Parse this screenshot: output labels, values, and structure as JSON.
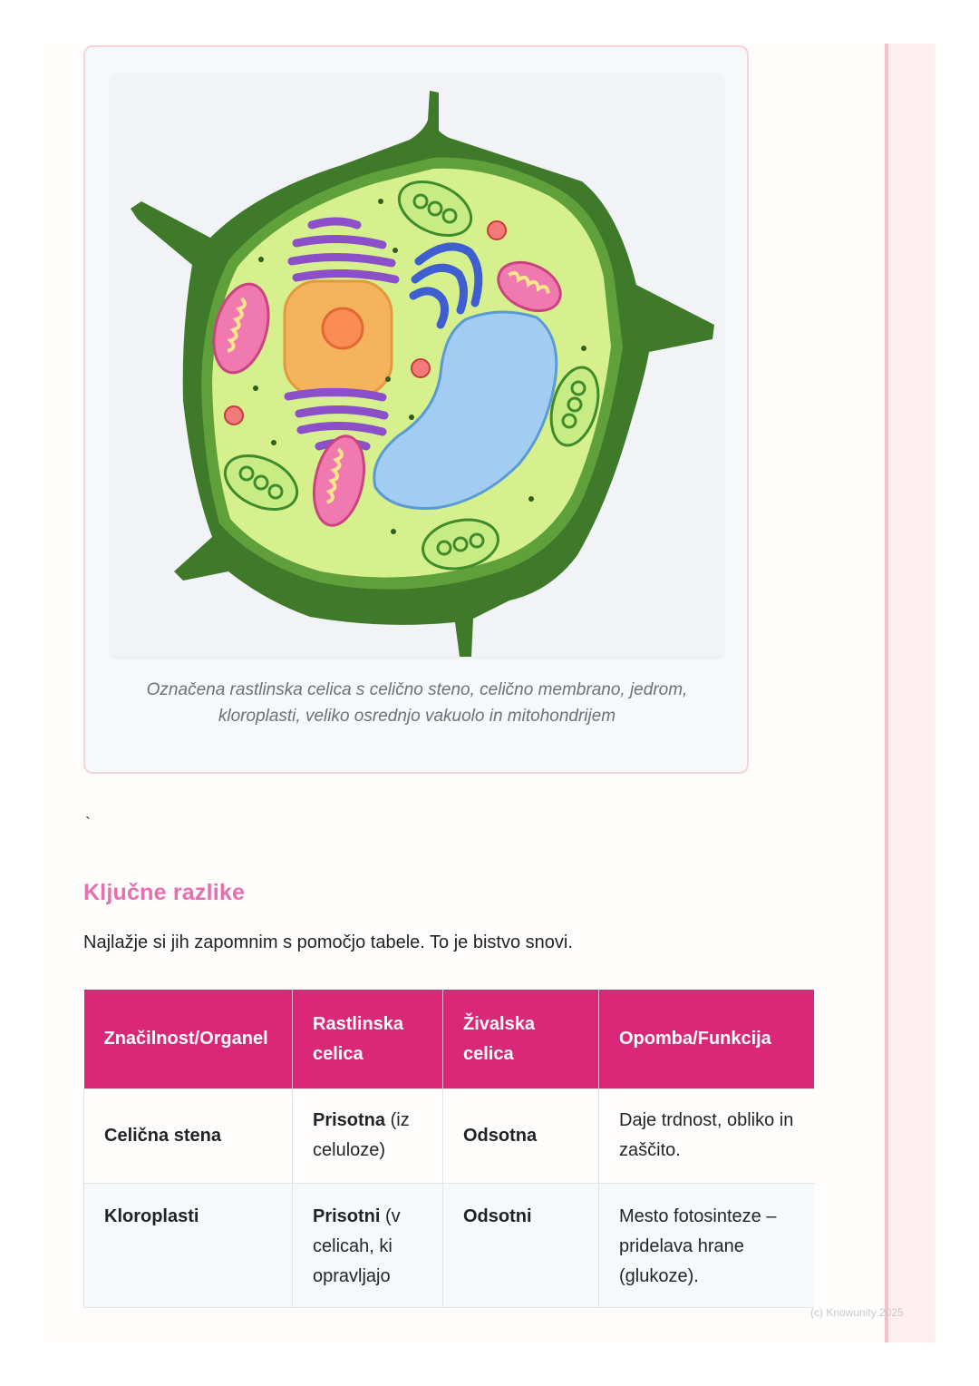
{
  "figure": {
    "caption": "Označena rastlinska celica s celično steno, celično membrano, jedrom, kloroplasti, veliko osrednjo vakuolo in mitohondrijem"
  },
  "stray_mark": "`",
  "section": {
    "heading": "Ključne razlike",
    "intro": "Najlažje si jih zapomnim s pomočjo tabele. To je bistvo snovi."
  },
  "table": {
    "headers": [
      "Značilnost/Organel",
      "Rastlinska celica",
      "Živalska celica",
      "Opomba/Funkcija"
    ],
    "rows": [
      {
        "feature": "Celična stena",
        "plant_bold": "Prisotna",
        "plant_rest": " (iz celuloze)",
        "animal": "Odsotna",
        "note": "Daje trdnost, obliko in zaščito."
      },
      {
        "feature": "Kloroplasti",
        "plant_bold": "Prisotni",
        "plant_rest": " (v celicah, ki opravljajo",
        "animal": "Odsotni",
        "note": "Mesto fotosinteze – pridelava hrane (glukoze)."
      }
    ]
  },
  "watermark": "(c) Knowunity 2025",
  "colors": {
    "accent_pink": "#db2777",
    "heading_pink": "#e56fb0",
    "cell_wall": "#3f7a2a",
    "cytoplasm": "#d5f08d",
    "vacuole": "#a3ccf2",
    "nucleus": "#f5b35e",
    "golgi": "#8a4fc9",
    "mitochondria": "#f07ab0"
  }
}
